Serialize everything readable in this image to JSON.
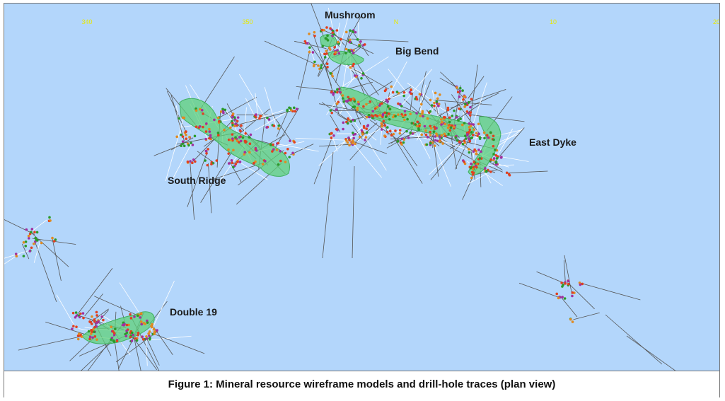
{
  "grid_labels": [
    "340",
    "350",
    "N",
    "10",
    "20"
  ],
  "deposits": [
    {
      "name": "Mushroom"
    },
    {
      "name": "Big Bend"
    },
    {
      "name": "South Ridge"
    },
    {
      "name": "East Dyke"
    },
    {
      "name": "Double 19"
    }
  ],
  "caption": "Figure 1: Mineral resource wireframe models and drill-hole traces (plan view)",
  "colors": {
    "background": "#b3d6fb",
    "wireframe": "#5fd07a",
    "grid_label": "#e8e800",
    "drill_trace": "#555555",
    "drill_trace_recent": "#ffffff",
    "assay_high": "#e04020",
    "assay_mid": "#e08a20",
    "assay_low": "#2a9a2a",
    "assay_other": "#a030a0"
  }
}
